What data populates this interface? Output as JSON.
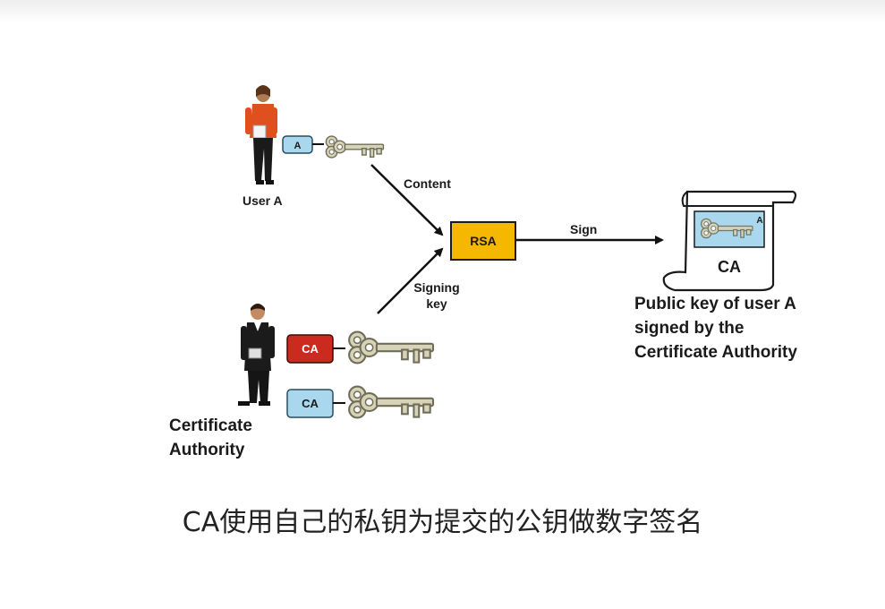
{
  "user_a": {
    "label": "User A",
    "key_tag": "A"
  },
  "ca": {
    "label": "Certificate\nAuthority",
    "private_key_tag": "CA",
    "public_key_tag": "CA"
  },
  "flow": {
    "content_label": "Content",
    "signing_key_label": "Signing\nkey",
    "rsa_label": "RSA",
    "sign_label": "Sign"
  },
  "certificate": {
    "key_tag": "A",
    "title": "CA",
    "description": "Public key of user A\nsigned by the\nCertificate Authority"
  },
  "caption": "CA使用自己的私钥为提交的公钥做数字签名",
  "colors": {
    "rsa_box": "#f5b800",
    "private_tag": "#cc2a1e",
    "public_tag": "#a9d8ee",
    "key_metal": "#d6d3b8",
    "user_a_shirt": "#e0501e",
    "ca_suit": "#1b1b1b"
  }
}
